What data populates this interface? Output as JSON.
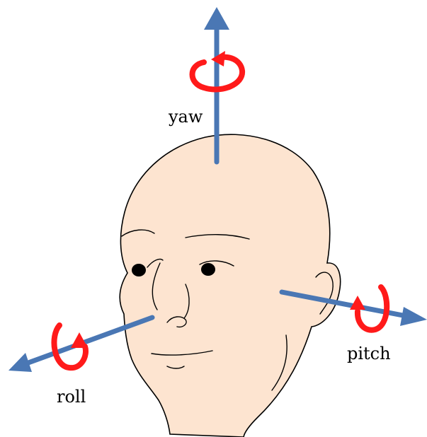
{
  "labels": {
    "yaw": "yaw",
    "pitch": "pitch",
    "roll": "roll"
  },
  "colors": {
    "axis": "#4a77b4",
    "rotation_arrow": "#ff1a1a",
    "skin": "#fde4d0",
    "outline": "#000000",
    "background": "#ffffff"
  }
}
